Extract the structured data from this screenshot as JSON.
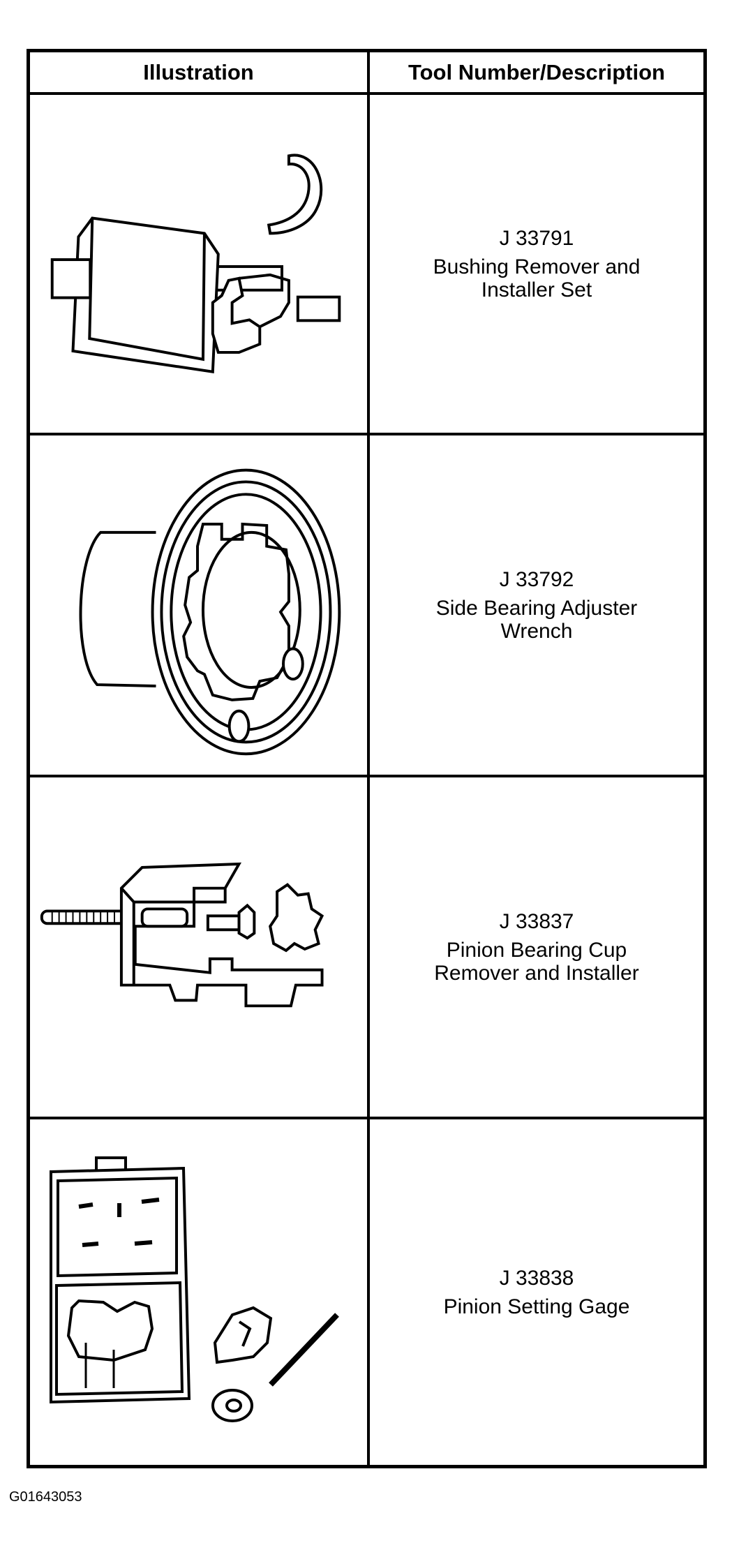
{
  "table": {
    "header": {
      "illustration": "Illustration",
      "tool": "Tool Number/Description"
    },
    "rows": [
      {
        "number": "J 33791",
        "description": "Bushing Remover and\nInstaller Set",
        "icon": "bushing-remover-installer-icon"
      },
      {
        "number": "J 33792",
        "description": "Side Bearing Adjuster\nWrench",
        "icon": "side-bearing-adjuster-wrench-icon"
      },
      {
        "number": "J 33837",
        "description": "Pinion Bearing Cup\nRemover and Installer",
        "icon": "pinion-bearing-cup-tool-icon"
      },
      {
        "number": "J 33838",
        "description": "Pinion Setting Gage",
        "icon": "pinion-setting-gage-icon"
      }
    ]
  },
  "caption": "G01643053"
}
